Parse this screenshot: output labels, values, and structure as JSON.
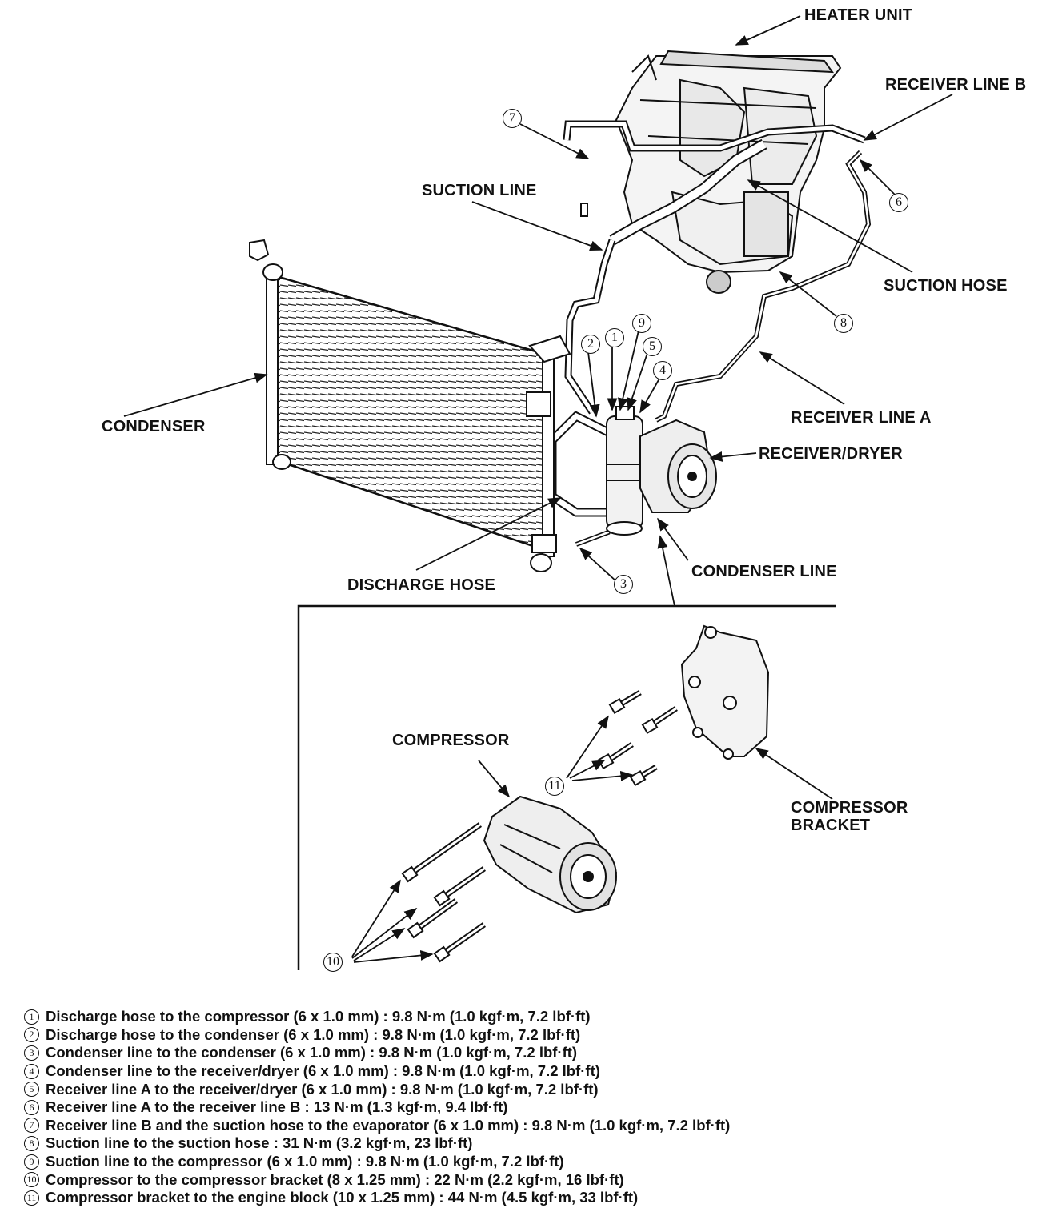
{
  "labels": {
    "heater_unit": "HEATER UNIT",
    "receiver_line_b": "RECEIVER LINE B",
    "suction_line": "SUCTION LINE",
    "suction_hose": "SUCTION HOSE",
    "condenser": "CONDENSER",
    "receiver_line_a": "RECEIVER LINE A",
    "receiver_dryer": "RECEIVER/DRYER",
    "condenser_line": "CONDENSER LINE",
    "discharge_hose": "DISCHARGE HOSE",
    "compressor": "COMPRESSOR",
    "compressor_bracket_1": "COMPRESSOR",
    "compressor_bracket_2": "BRACKET"
  },
  "callouts": {
    "c1": "1",
    "c2": "2",
    "c3": "3",
    "c4": "4",
    "c5": "5",
    "c6": "6",
    "c7": "7",
    "c8": "8",
    "c9": "9",
    "c10": "10",
    "c11": "11"
  },
  "torque_specs": [
    {
      "num": "1",
      "text": "Discharge hose to the compressor (6 x 1.0 mm) : 9.8 N·m (1.0 kgf·m, 7.2 lbf·ft)"
    },
    {
      "num": "2",
      "text": "Discharge hose to the condenser (6 x 1.0 mm) : 9.8 N·m (1.0 kgf·m, 7.2 lbf·ft)"
    },
    {
      "num": "3",
      "text": "Condenser line to the condenser (6 x 1.0 mm) : 9.8 N·m (1.0 kgf·m, 7.2 lbf·ft)"
    },
    {
      "num": "4",
      "text": "Condenser line to the receiver/dryer (6 x 1.0 mm) : 9.8 N·m (1.0 kgf·m, 7.2 lbf·ft)"
    },
    {
      "num": "5",
      "text": "Receiver line A to the receiver/dryer (6 x 1.0 mm) : 9.8 N·m (1.0 kgf·m, 7.2 lbf·ft)"
    },
    {
      "num": "6",
      "text": "Receiver line A to the receiver line B : 13 N·m (1.3 kgf·m, 9.4 lbf·ft)"
    },
    {
      "num": "7",
      "text": "Receiver line B and the suction hose to the evaporator (6 x 1.0 mm) : 9.8 N·m (1.0 kgf·m, 7.2 lbf·ft)"
    },
    {
      "num": "8",
      "text": "Suction line to the suction hose : 31 N·m (3.2 kgf·m, 23 lbf·ft)"
    },
    {
      "num": "9",
      "text": "Suction line to the compressor (6 x 1.0 mm) : 9.8 N·m (1.0 kgf·m, 7.2 lbf·ft)"
    },
    {
      "num": "10",
      "text": "Compressor to the compressor bracket (8 x 1.25 mm) : 22 N·m (2.2 kgf·m, 16 lbf·ft)"
    },
    {
      "num": "11",
      "text": "Compressor bracket to the engine block (10 x 1.25 mm) : 44 N·m (4.5 kgf·m, 33 lbf·ft)"
    }
  ]
}
